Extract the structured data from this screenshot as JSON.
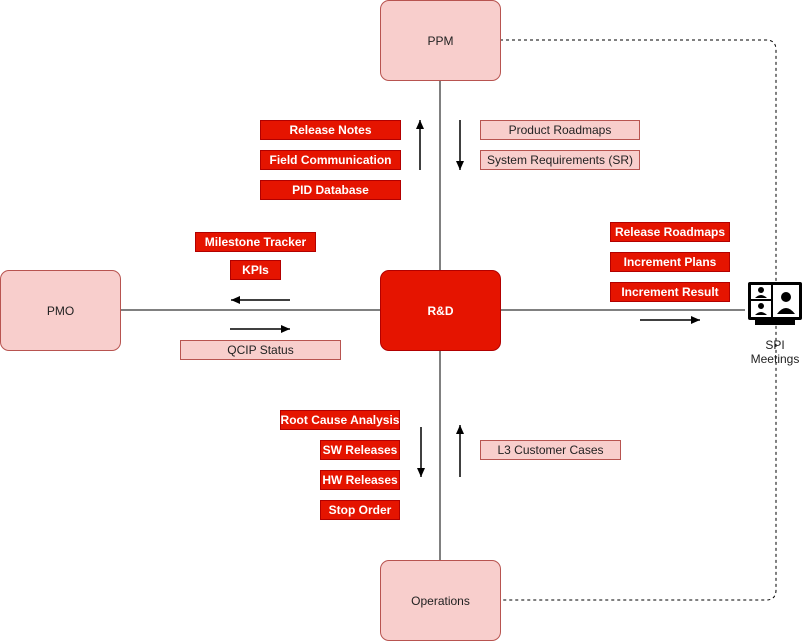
{
  "nodes": {
    "ppm": "PPM",
    "pmo": "PMO",
    "rd": "R&D",
    "operations": "Operations"
  },
  "spi": {
    "line1": "SPI",
    "line2": "Meetings",
    "icon": "video-meeting-icon"
  },
  "labels": {
    "release_notes": "Release Notes",
    "field_communication": "Field Communication",
    "pid_database": "PID Database",
    "product_roadmaps": "Product Roadmaps",
    "system_requirements": "System Requirements (SR)",
    "milestone_tracker": "Milestone Tracker",
    "kpis": "KPIs",
    "qcip_status": "QCIP Status",
    "release_roadmaps": "Release Roadmaps",
    "increment_plans": "Increment Plans",
    "increment_result": "Increment Result",
    "root_cause_analysis": "Root Cause Analysis",
    "sw_releases": "SW Releases",
    "hw_releases": "HW Releases",
    "stop_order": "Stop Order",
    "l3_customer_cases": "L3 Customer Cases"
  },
  "colors": {
    "red": "#e51400",
    "pink": "#f8cecc",
    "pink_border": "#b85450"
  }
}
